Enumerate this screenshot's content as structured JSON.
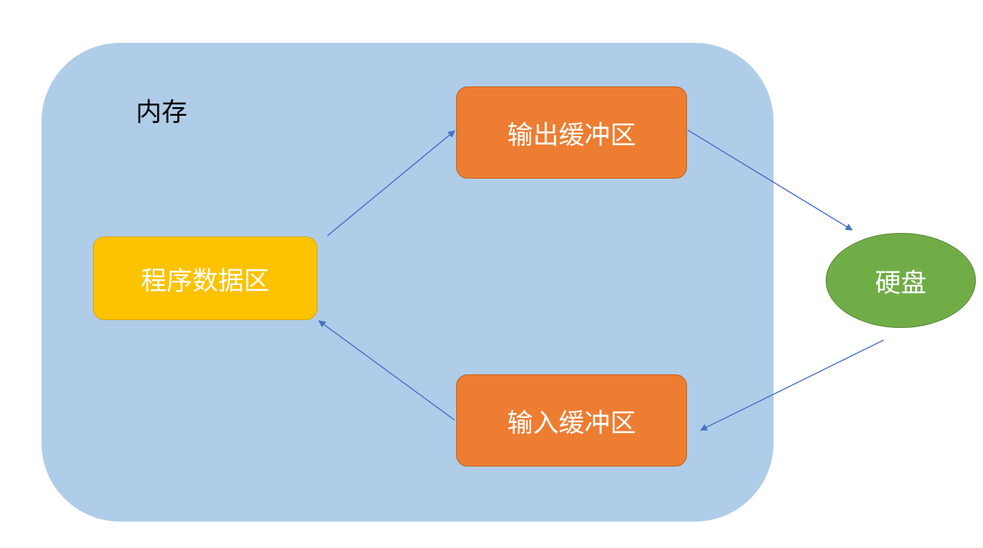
{
  "diagram": {
    "memory_label": "内存",
    "nodes": {
      "program_data": "程序数据区",
      "output_buffer": "输出缓冲区",
      "input_buffer": "输入缓冲区",
      "disk": "硬盘"
    },
    "colors": {
      "memory_region": "#afcde9",
      "program_data": "#fdc200",
      "buffers": "#ed7d31",
      "disk": "#70ad47",
      "arrows": "#4472c4"
    },
    "edges": [
      {
        "from": "program_data",
        "to": "output_buffer"
      },
      {
        "from": "output_buffer",
        "to": "disk"
      },
      {
        "from": "disk",
        "to": "input_buffer"
      },
      {
        "from": "input_buffer",
        "to": "program_data"
      }
    ]
  }
}
